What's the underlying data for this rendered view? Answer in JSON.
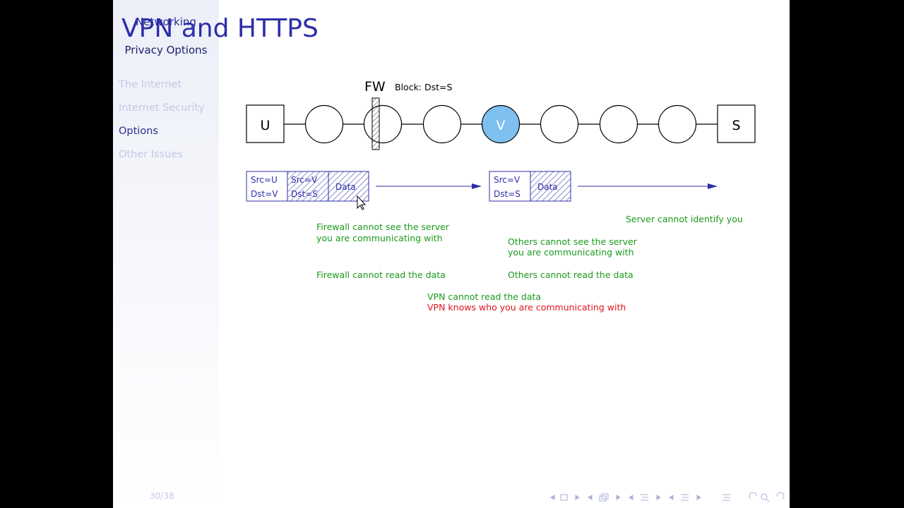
{
  "sidebar": {
    "section": "Networking",
    "subsection": "Privacy Options",
    "items": [
      {
        "label": "The Internet",
        "current": false
      },
      {
        "label": "Internet Security",
        "current": false
      },
      {
        "label": "Options",
        "current": true
      },
      {
        "label": "Other Issues",
        "current": false
      }
    ],
    "page": "30/38"
  },
  "title": "VPN and HTTPS",
  "diagram": {
    "nodes": {
      "user": "U",
      "vpn": "V",
      "server": "S"
    },
    "firewall": {
      "label": "FW",
      "rule": "Block: Dst=S"
    },
    "packet1": {
      "src": "Src=U",
      "dst": "Dst=V",
      "inner_src": "Src=V",
      "inner_dst": "Dst=S",
      "data": "Data"
    },
    "packet2": {
      "src": "Src=V",
      "dst": "Dst=S",
      "data": "Data"
    },
    "notes": {
      "server_id": "Server cannot identify you",
      "fw_server_1": "Firewall cannot see the server",
      "fw_server_2": "you are communicating with",
      "others_server_1": "Others cannot see the server",
      "others_server_2": "you are communicating with",
      "fw_data": "Firewall cannot read the data",
      "others_data": "Others cannot read the data",
      "vpn_data": "VPN cannot read the data",
      "vpn_knows": "VPN knows who you are communicating with"
    },
    "colors": {
      "accent": "#2d2ea8",
      "green": "#1a9a1a",
      "red": "#e0141e",
      "vpn_fill": "#7ec0f0"
    }
  },
  "navigation": {
    "icons": [
      "nav-prev-icon",
      "frame-icon",
      "nav-next-icon",
      "nav-prev-icon",
      "frames-icon",
      "nav-next-icon",
      "nav-prev-icon",
      "section-icon",
      "nav-next-icon",
      "nav-prev-icon",
      "subsection-icon",
      "nav-next-icon",
      "outline-icon",
      "search-icon",
      "back-icon",
      "forward-icon"
    ]
  }
}
